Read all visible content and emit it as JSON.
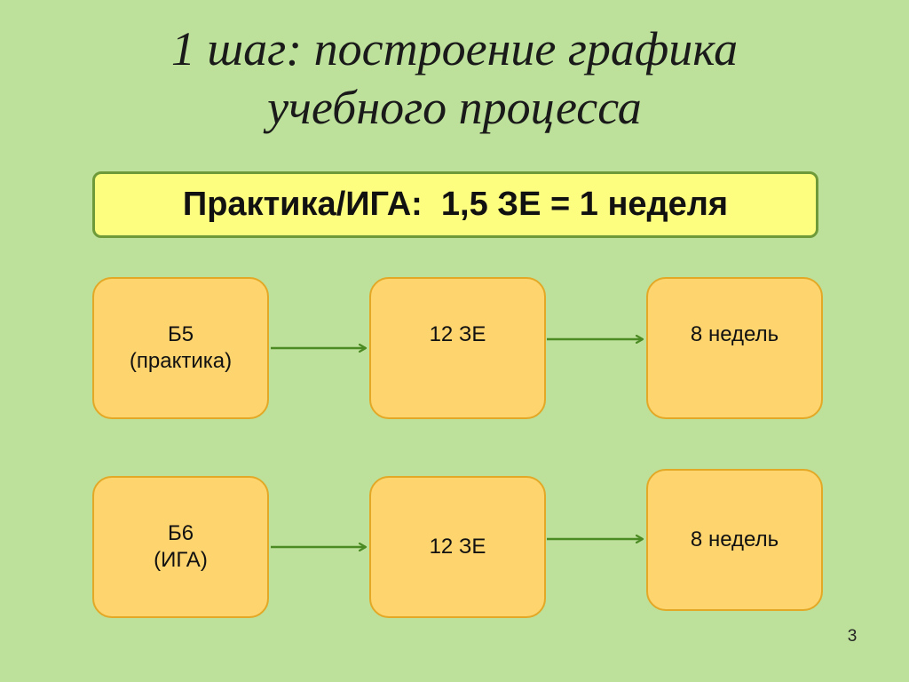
{
  "slide": {
    "title_line1": "1 шаг: построение графика",
    "title_line2": "учебного процесса",
    "banner": "Практика/ИГА:  1,5 ЗЕ = 1 неделя",
    "page_number": "3"
  },
  "rows": [
    {
      "source": {
        "line1": "Б5",
        "line2": "(практика)"
      },
      "credits": "12 ЗЕ",
      "weeks": "8 недель"
    },
    {
      "source": {
        "line1": "Б6",
        "line2": "(ИГА)"
      },
      "credits": "12 ЗЕ",
      "weeks": "8 недель"
    }
  ],
  "colors": {
    "background": "#bde19a",
    "banner_fill": "#fdfd7f",
    "banner_border": "#6e9a3a",
    "node_fill": "#fed46e",
    "node_border": "#e3a825",
    "arrow": "#4c8a24"
  }
}
